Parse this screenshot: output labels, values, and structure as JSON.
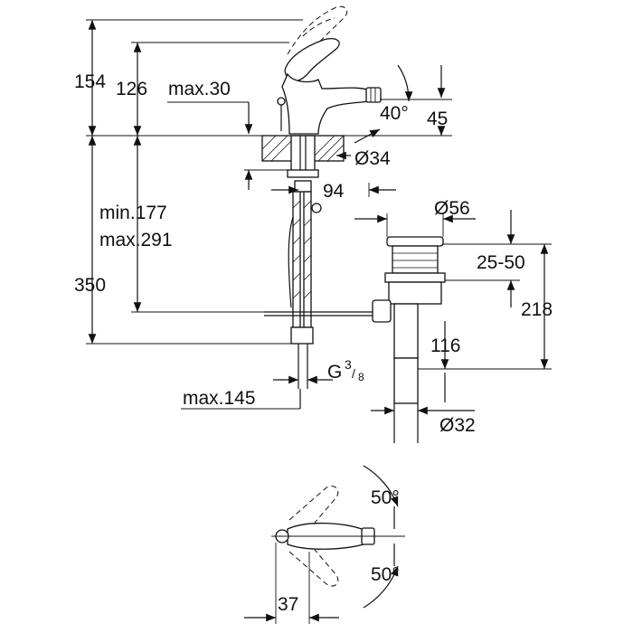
{
  "title": "Bidet mixer technical drawing",
  "dimensions": {
    "d154": "154",
    "d126": "126",
    "max30": "max.30",
    "deg40": "40°",
    "d45": "45",
    "dia34": "Ø34",
    "d94": "94",
    "min177": "min.177",
    "max291": "max.291",
    "dia56": "Ø56",
    "d2550": "25-50",
    "d350": "350",
    "d218": "218",
    "d116": "116",
    "g_base": "G",
    "g_num": "3",
    "g_den": "8",
    "max145": "max.145",
    "dia32": "Ø32",
    "deg50_top": "50°",
    "deg50_bottom": "50°",
    "d37": "37"
  }
}
